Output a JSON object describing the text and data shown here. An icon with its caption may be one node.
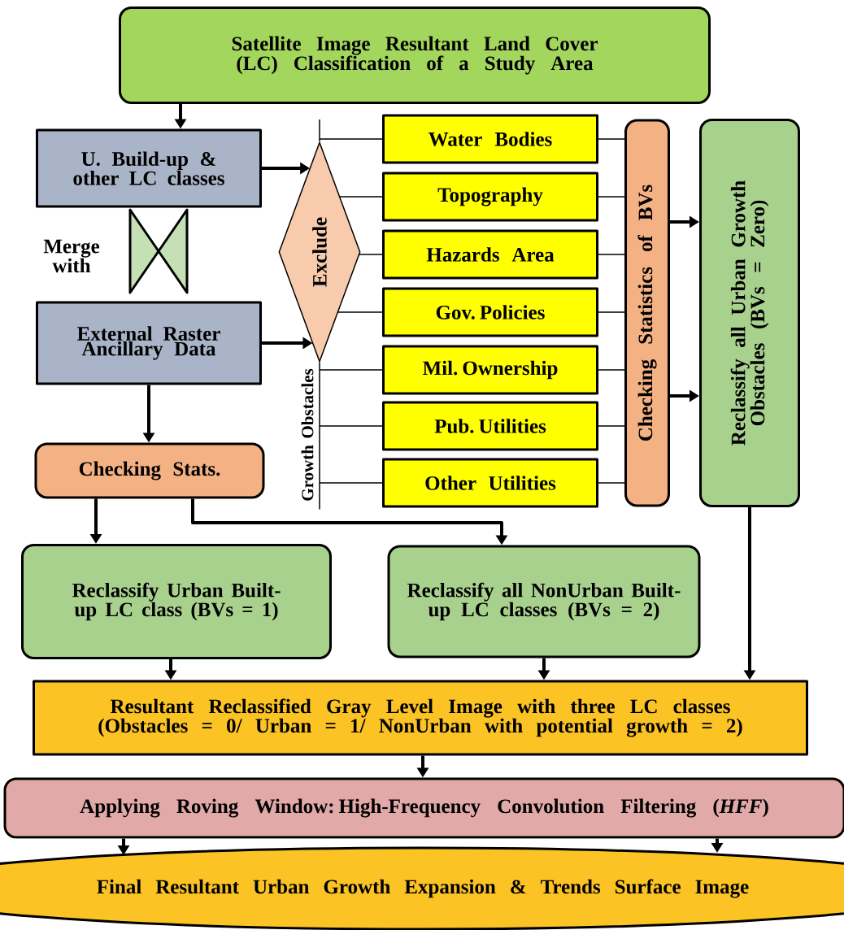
{
  "diagram": {
    "nodes": [
      {
        "text": [
          "Satellite Image Resultant Land Cover (LC) Classification of a Study Area"
        ]
      },
      {
        "text": [
          "U. Build-up & other LC classes"
        ]
      },
      {
        "text": [
          "External Raster Ancillary Data"
        ]
      },
      {
        "text": [],
        "shape": "bowtie",
        "beside": [
          "Merge with"
        ]
      },
      {
        "text": [
          "Exclude"
        ]
      },
      {
        "text": [
          "Growth Obstacles"
        ]
      },
      {
        "text": [
          "Water Bodies"
        ]
      },
      {
        "text": [
          "Topography"
        ]
      },
      {
        "text": [
          "Hazards Area"
        ]
      },
      {
        "text": [
          "Gov. Policies"
        ]
      },
      {
        "text": [
          "Mil. Ownership"
        ]
      },
      {
        "text": [
          "Pub. Utilities"
        ]
      },
      {
        "text": [
          "Other Utilities"
        ]
      },
      {
        "text": [
          "Checking Statistics of BVs"
        ]
      },
      {
        "text": [
          "Reclassify all Urban Growth Obstacles (BVs = Zero)"
        ]
      },
      {
        "text": [
          "Checking Stats."
        ]
      },
      {
        "text": [
          "Reclassify Urban Built-up LC class (BVs = 1)"
        ]
      },
      {
        "text": [
          "Reclassify all NonUrban Built-up LC classes (BVs = 2)"
        ]
      },
      {
        "text": [
          "Resultant Reclassified Gray Level Image with three LC classes (Obstacles = 0/ Urban = 1/ NonUrban with potential growth = 2)"
        ]
      },
      {
        "text": [
          "Applying Roving Window: High-Frequency Convolution Filtering (*HFF*)"
        ]
      },
      {
        "text": [
          "Final Resultant Urban Growth Expansion & Trends Surface Image"
        ]
      }
    ],
    "edges": [
      {
        "from": 0,
        "to": 1,
        "arrow": "to",
        "style": "thick"
      },
      {
        "from": 1,
        "to": 4,
        "arrow": "to",
        "style": "thick"
      },
      {
        "from": 2,
        "to": 4,
        "arrow": "to",
        "style": "thick"
      },
      {
        "from": 4,
        "to": 6,
        "arrow": "none"
      },
      {
        "from": 4,
        "to": 7,
        "arrow": "none"
      },
      {
        "from": 4,
        "to": 8,
        "arrow": "none"
      },
      {
        "from": 4,
        "to": 9,
        "arrow": "none"
      },
      {
        "from": 5,
        "to": 10,
        "arrow": "none"
      },
      {
        "from": 5,
        "to": 11,
        "arrow": "none"
      },
      {
        "from": 5,
        "to": 12,
        "arrow": "none"
      },
      {
        "from": 6,
        "to": 13,
        "arrow": "none"
      },
      {
        "from": 7,
        "to": 13,
        "arrow": "none"
      },
      {
        "from": 8,
        "to": 13,
        "arrow": "none"
      },
      {
        "from": 9,
        "to": 13,
        "arrow": "none"
      },
      {
        "from": 10,
        "to": 13,
        "arrow": "none"
      },
      {
        "from": 11,
        "to": 13,
        "arrow": "none"
      },
      {
        "from": 12,
        "to": 13,
        "arrow": "none"
      },
      {
        "from": 13,
        "to": 14,
        "arrow": "to",
        "style": "thick"
      },
      {
        "from": 13,
        "to": 14,
        "arrow": "to",
        "style": "thick"
      },
      {
        "from": 2,
        "to": 15,
        "arrow": "to",
        "style": "thick"
      },
      {
        "from": 15,
        "to": 16,
        "arrow": "to",
        "style": "thick"
      },
      {
        "from": 15,
        "to": 17,
        "arrow": "to",
        "style": "thick"
      },
      {
        "from": 16,
        "to": 18,
        "arrow": "to",
        "style": "thick"
      },
      {
        "from": 17,
        "to": 18,
        "arrow": "to",
        "style": "thick"
      },
      {
        "from": 14,
        "to": 18,
        "arrow": "to",
        "style": "thick"
      },
      {
        "from": 18,
        "to": 19,
        "arrow": "to",
        "style": "thick"
      },
      {
        "from": 19,
        "to": 20,
        "arrow": "to",
        "style": "thick"
      },
      {
        "from": 19,
        "to": 20,
        "arrow": "to",
        "style": "thick"
      }
    ]
  }
}
